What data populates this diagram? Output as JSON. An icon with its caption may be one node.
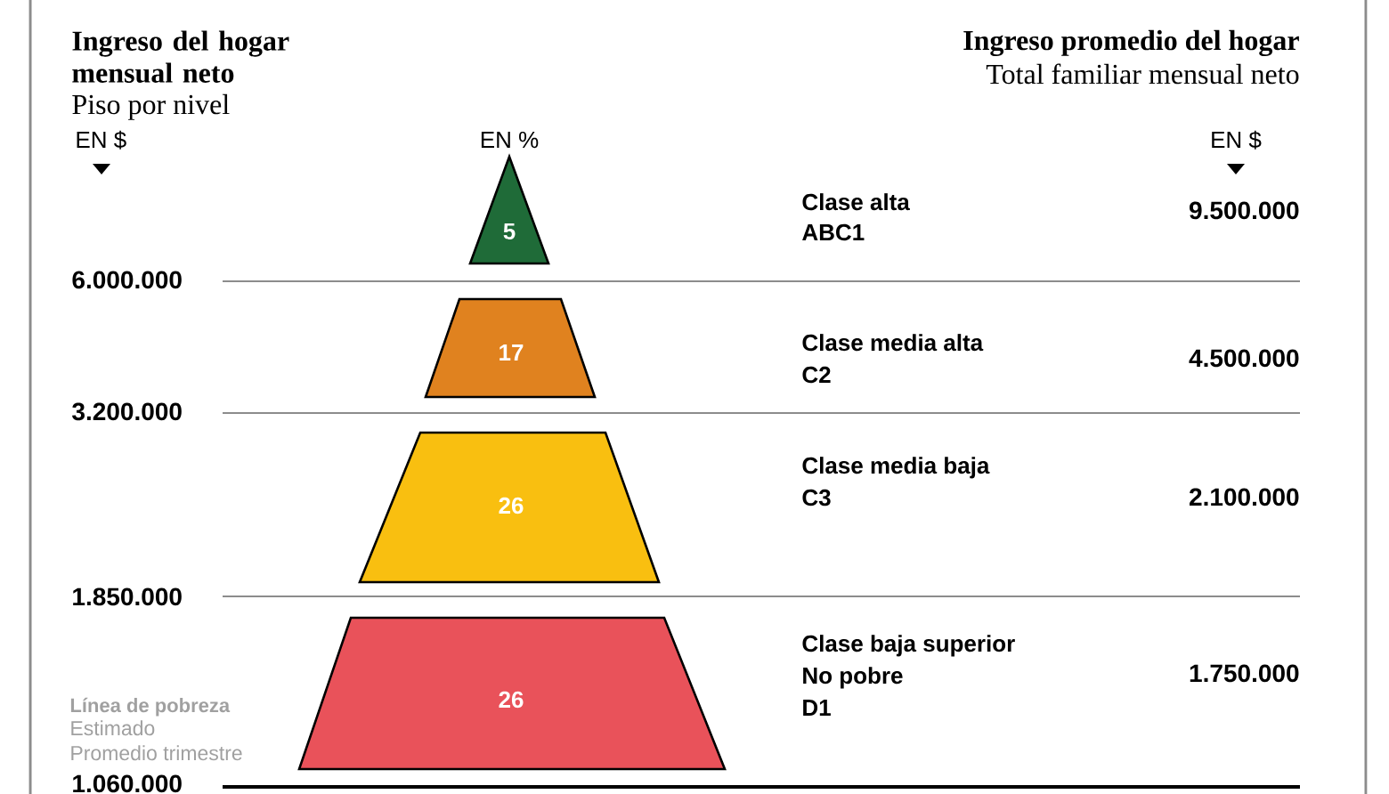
{
  "diagram": {
    "nodes": [
      {
        "text": [
          "5"
        ]
      },
      {
        "text": [
          "17"
        ]
      },
      {
        "text": [
          "26"
        ]
      },
      {
        "text": [
          "26"
        ]
      }
    ],
    "labels": [
      "Ingreso del hogar mensual neto",
      "Piso por nivel",
      "Ingreso promedio del hogar",
      "Total familiar mensual neto",
      "EN $",
      "EN %",
      "EN $",
      "Clase alta",
      "ABC1",
      "9.500.000",
      "6.000.000",
      "Clase media alta",
      "C2",
      "4.500.000",
      "3.200.000",
      "Clase media baja",
      "C3",
      "2.100.000",
      "1.850.000",
      "Clase baja superior",
      "No pobre",
      "D1",
      "1.750.000",
      "Línea de pobreza",
      "Estimado",
      "Promedio trimestre",
      "1.060.000"
    ]
  }
}
